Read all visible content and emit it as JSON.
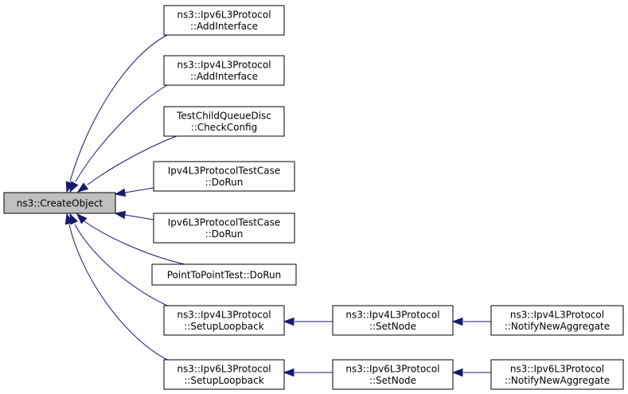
{
  "nodes": {
    "create_object": {
      "lines": [
        "ns3::CreateObject"
      ]
    },
    "ipv6_add_interface": {
      "lines": [
        "ns3::Ipv6L3Protocol",
        "::AddInterface"
      ]
    },
    "ipv4_add_interface": {
      "lines": [
        "ns3::Ipv4L3Protocol",
        "::AddInterface"
      ]
    },
    "test_child_queue_disc": {
      "lines": [
        "TestChildQueueDisc",
        "::CheckConfig"
      ]
    },
    "ipv4_test_case": {
      "lines": [
        "Ipv4L3ProtocolTestCase",
        "::DoRun"
      ]
    },
    "ipv6_test_case": {
      "lines": [
        "Ipv6L3ProtocolTestCase",
        "::DoRun"
      ]
    },
    "p2p_test": {
      "lines": [
        "PointToPointTest::DoRun"
      ]
    },
    "ipv4_setup_loopback": {
      "lines": [
        "ns3::Ipv4L3Protocol",
        "::SetupLoopback"
      ]
    },
    "ipv6_setup_loopback": {
      "lines": [
        "ns3::Ipv6L3Protocol",
        "::SetupLoopback"
      ]
    },
    "ipv4_set_node": {
      "lines": [
        "ns3::Ipv4L3Protocol",
        "::SetNode"
      ]
    },
    "ipv6_set_node": {
      "lines": [
        "ns3::Ipv6L3Protocol",
        "::SetNode"
      ]
    },
    "ipv4_notify": {
      "lines": [
        "ns3::Ipv4L3Protocol",
        "::NotifyNewAggregate"
      ]
    },
    "ipv6_notify": {
      "lines": [
        "ns3::Ipv6L3Protocol",
        "::NotifyNewAggregate"
      ]
    }
  },
  "edges": [
    {
      "from": "ipv6_add_interface",
      "to": "create_object"
    },
    {
      "from": "ipv4_add_interface",
      "to": "create_object"
    },
    {
      "from": "test_child_queue_disc",
      "to": "create_object"
    },
    {
      "from": "ipv4_test_case",
      "to": "create_object"
    },
    {
      "from": "ipv6_test_case",
      "to": "create_object"
    },
    {
      "from": "p2p_test",
      "to": "create_object"
    },
    {
      "from": "ipv4_setup_loopback",
      "to": "create_object"
    },
    {
      "from": "ipv6_setup_loopback",
      "to": "create_object"
    },
    {
      "from": "ipv4_set_node",
      "to": "ipv4_setup_loopback"
    },
    {
      "from": "ipv6_set_node",
      "to": "ipv6_setup_loopback"
    },
    {
      "from": "ipv4_notify",
      "to": "ipv4_set_node"
    },
    {
      "from": "ipv6_notify",
      "to": "ipv6_set_node"
    }
  ]
}
